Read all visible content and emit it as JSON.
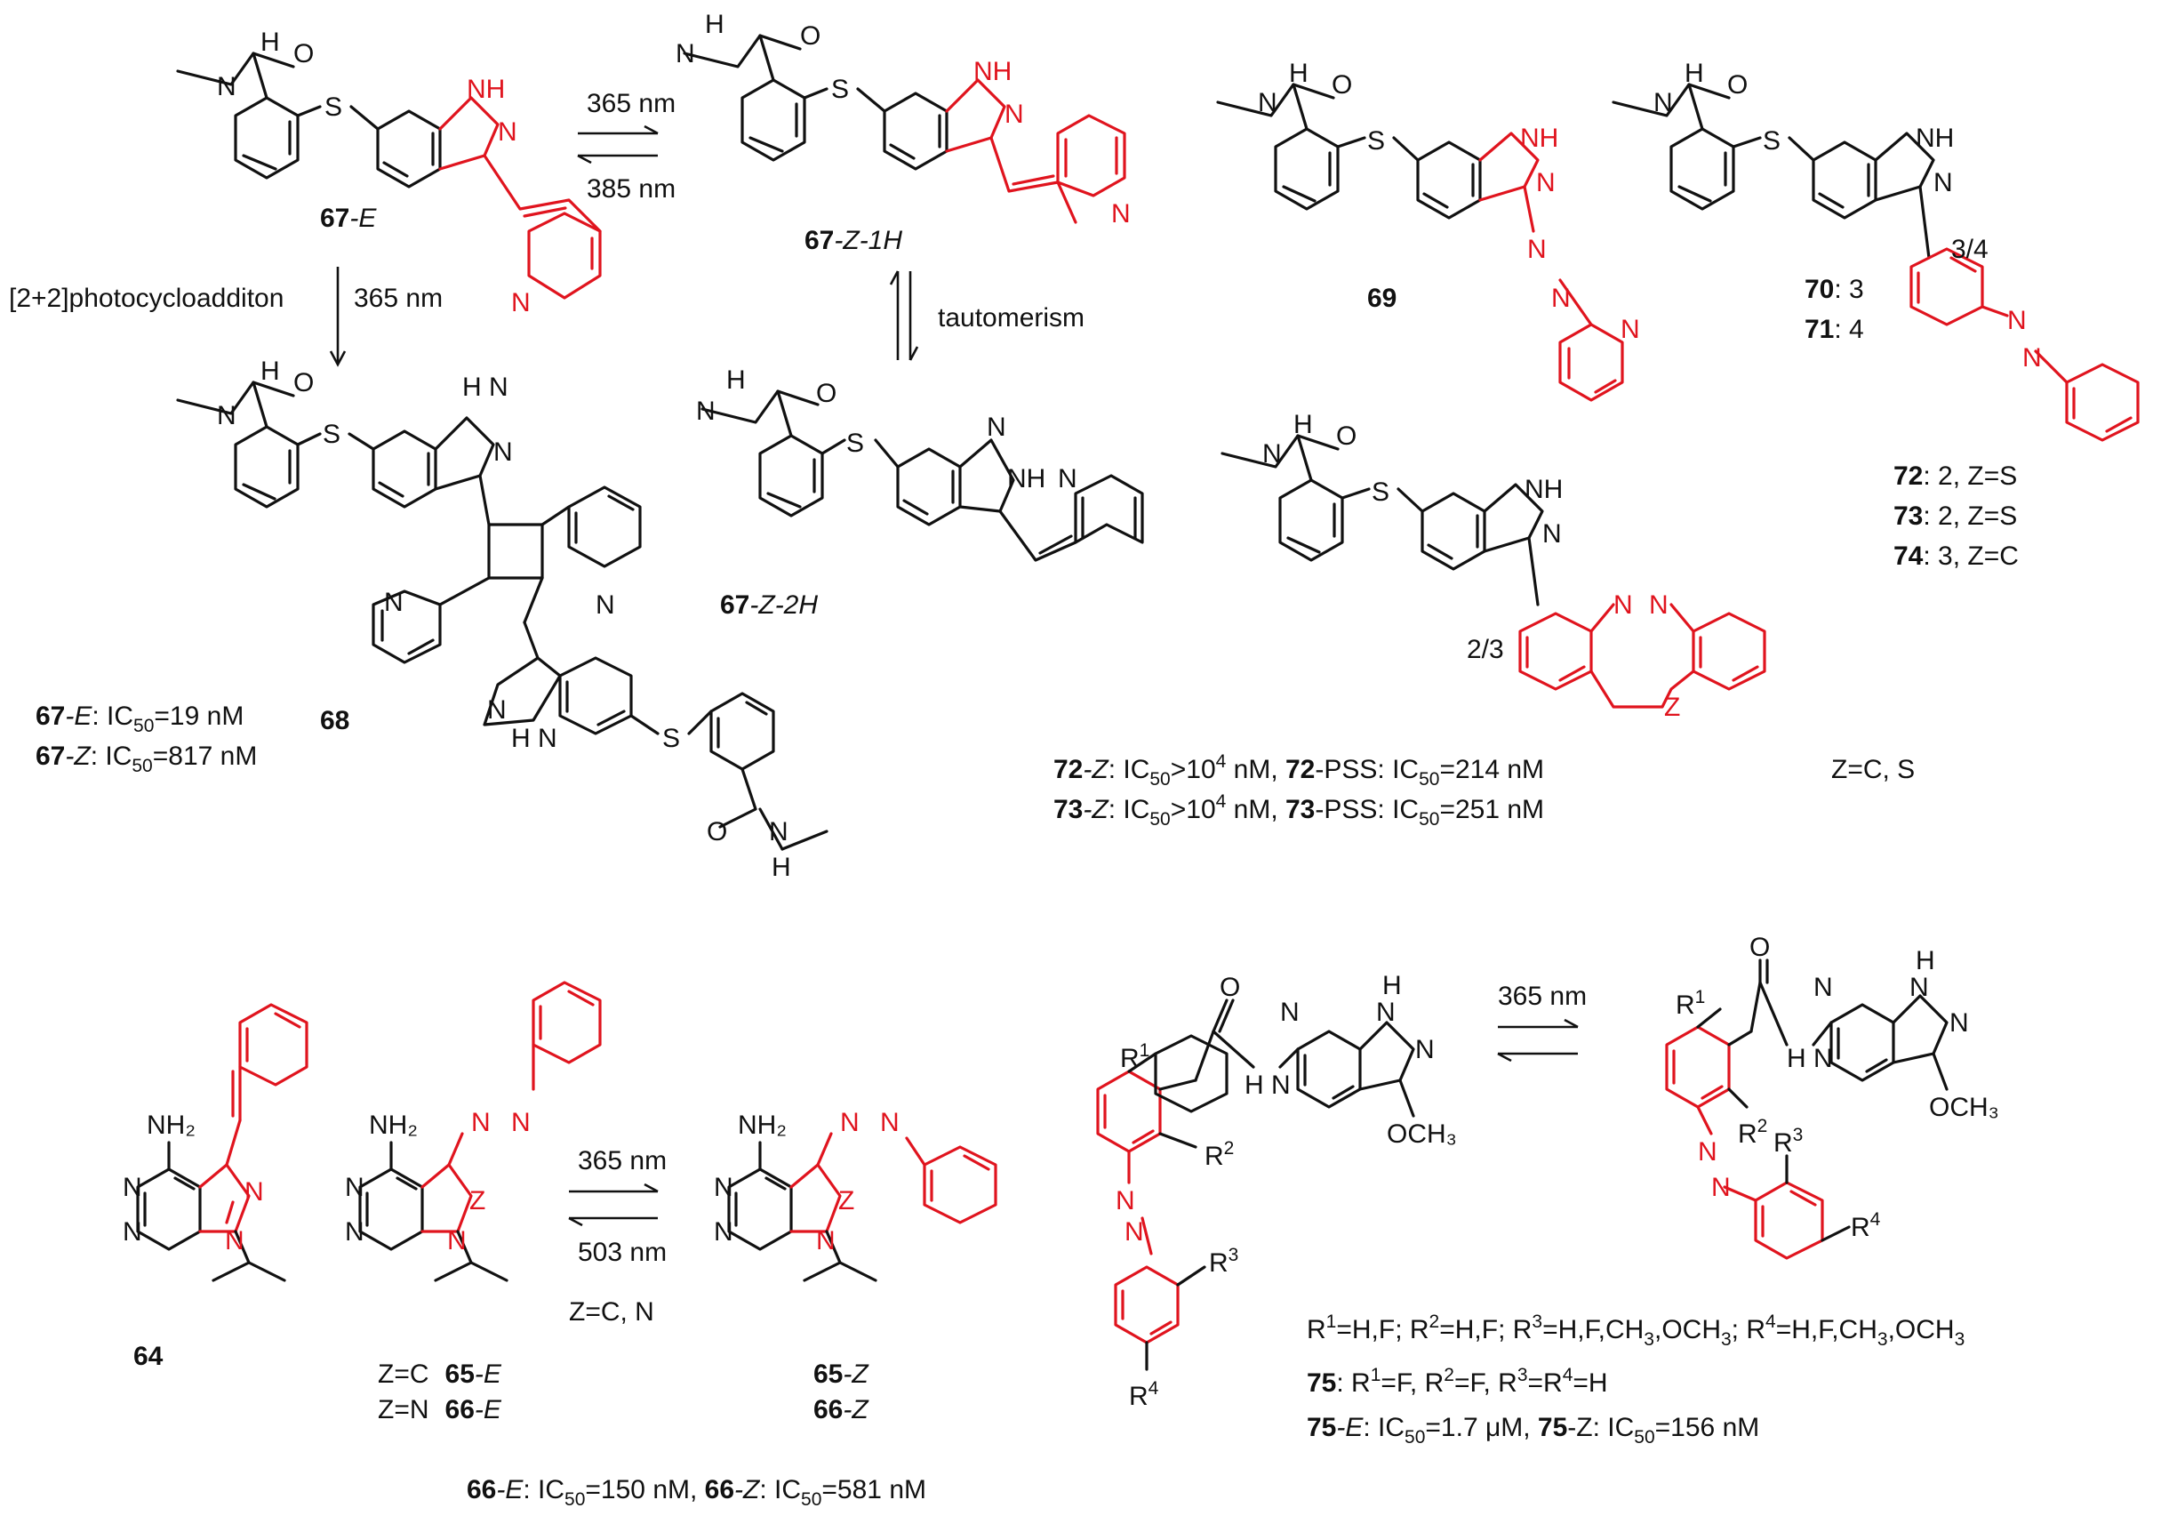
{
  "colors": {
    "ink": "#111111",
    "highlight": "#e0141e",
    "background": "#ffffff"
  },
  "atoms": {
    "N": "N",
    "NH": "NH",
    "HN": "H N",
    "H": "H",
    "O": "O",
    "S": "S",
    "Z": "Z",
    "NH2": "NH₂",
    "OCH3": "OCH₃"
  },
  "compounds": {
    "c67E": {
      "num": "67",
      "suffix": "-E"
    },
    "c67Z1H": {
      "num": "67",
      "suffix": "-Z-1H"
    },
    "c67Z2H": {
      "num": "67",
      "suffix": "-Z-2H"
    },
    "c68": {
      "num": "68"
    },
    "c69": {
      "num": "69"
    },
    "c70": {
      "num": "70",
      "val": ": 3"
    },
    "c71": {
      "num": "71",
      "val": ": 4"
    },
    "c72": {
      "num": "72",
      "val": ": 2, Z=S"
    },
    "c73": {
      "num": "73",
      "val": ": 2, Z=S"
    },
    "c74": {
      "num": "74",
      "val": ": 3, Z=C"
    },
    "c64": {
      "num": "64"
    },
    "c65E": {
      "pre": "Z=C",
      "num": "65",
      "suffix": "-E"
    },
    "c66E": {
      "pre": "Z=N",
      "num": "66",
      "suffix": "-E"
    },
    "c65Z": {
      "num": "65",
      "suffix": "-Z"
    },
    "c66Z": {
      "num": "66",
      "suffix": "-Z"
    }
  },
  "labels": {
    "pos34": "3/4",
    "pos23": "2/3",
    "zcs": "Z=C, S",
    "zcn": "Z=C, N",
    "r1": "R1",
    "r2": "R2",
    "r3": "R3",
    "r4": "R4"
  },
  "arrows": {
    "a365_top": "365 nm",
    "a385": "385 nm",
    "cyclo": "[2+2]photocycloadditon",
    "a365_cyclo": "365 nm",
    "tautomerism": "tautomerism",
    "a365_mid": "365 nm",
    "a503": "503 nm",
    "a365_right": "365 nm"
  },
  "ic50": {
    "l67E": "67-E: IC50=19 nM",
    "l67Z": "67-Z: IC50=817 nM",
    "l72": "72-Z: IC50>10^4 nM, 72-PSS: IC50=214 nM",
    "l73": "73-Z: IC50>10^4 nM, 73-PSS: IC50=251 nM",
    "l66": "66-E: IC50=150 nM, 66-Z: IC50=581 nM",
    "l75": "75-E: IC50=1.7 μM, 75-Z: IC50=156 nM"
  },
  "rgroups": {
    "line": "R1=H,F; R2=H,F; R3=H,F,CH3,OCH3; R4=H,F,CH3,OCH3",
    "c75": "75: R1=F, R2=F, R3=R4=H"
  }
}
